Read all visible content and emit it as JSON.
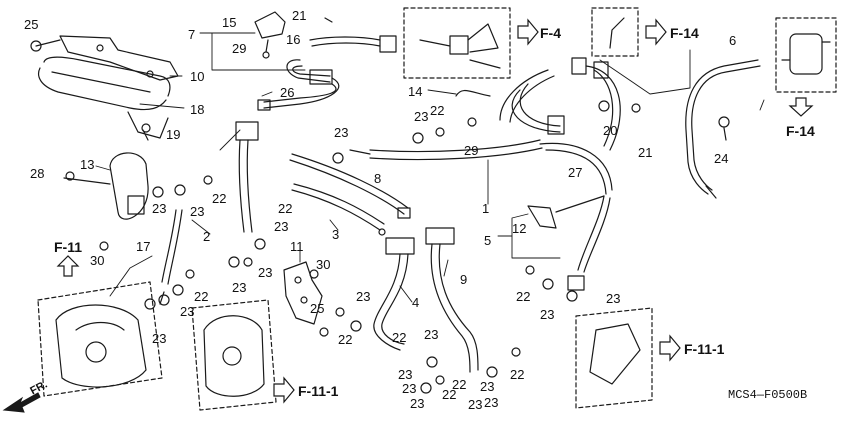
{
  "diagram": {
    "drawing_code": "MCS4—F0500B",
    "direction_label": "FR.",
    "colors": {
      "line": "#1a1a1a",
      "background": "#ffffff"
    },
    "callouts": [
      {
        "id": "c1",
        "text": "25"
      },
      {
        "id": "c2",
        "text": "7"
      },
      {
        "id": "c3",
        "text": "15"
      },
      {
        "id": "c4",
        "text": "29"
      },
      {
        "id": "c5",
        "text": "21"
      },
      {
        "id": "c6",
        "text": "16"
      },
      {
        "id": "c7",
        "text": "10"
      },
      {
        "id": "c8",
        "text": "18"
      },
      {
        "id": "c9",
        "text": "19"
      },
      {
        "id": "c10",
        "text": "26"
      },
      {
        "id": "c11",
        "text": "14"
      },
      {
        "id": "c12",
        "text": "22"
      },
      {
        "id": "c13",
        "text": "23"
      },
      {
        "id": "c14",
        "text": "29"
      },
      {
        "id": "c15",
        "text": "23"
      },
      {
        "id": "c16",
        "text": "13"
      },
      {
        "id": "c17",
        "text": "28"
      },
      {
        "id": "c18",
        "text": "23"
      },
      {
        "id": "c19",
        "text": "22"
      },
      {
        "id": "c20",
        "text": "23"
      },
      {
        "id": "c21",
        "text": "8"
      },
      {
        "id": "c22",
        "text": "1"
      },
      {
        "id": "c23",
        "text": "27"
      },
      {
        "id": "c24",
        "text": "20"
      },
      {
        "id": "c25",
        "text": "21"
      },
      {
        "id": "c26",
        "text": "6"
      },
      {
        "id": "c27",
        "text": "24"
      },
      {
        "id": "c28",
        "text": "2"
      },
      {
        "id": "c29",
        "text": "22"
      },
      {
        "id": "c30",
        "text": "3"
      },
      {
        "id": "c31",
        "text": "23"
      },
      {
        "id": "c32",
        "text": "30"
      },
      {
        "id": "c33",
        "text": "17"
      },
      {
        "id": "c34",
        "text": "23"
      },
      {
        "id": "c35",
        "text": "23"
      },
      {
        "id": "c36",
        "text": "11"
      },
      {
        "id": "c37",
        "text": "30"
      },
      {
        "id": "c38",
        "text": "5"
      },
      {
        "id": "c39",
        "text": "12"
      },
      {
        "id": "c40",
        "text": "9"
      },
      {
        "id": "c41",
        "text": "22"
      },
      {
        "id": "c42",
        "text": "23"
      },
      {
        "id": "c43",
        "text": "23"
      },
      {
        "id": "c44",
        "text": "23"
      },
      {
        "id": "c45",
        "text": "25"
      },
      {
        "id": "c46",
        "text": "4"
      },
      {
        "id": "c47",
        "text": "23"
      },
      {
        "id": "c48",
        "text": "22"
      },
      {
        "id": "c49",
        "text": "22"
      },
      {
        "id": "c50",
        "text": "23"
      },
      {
        "id": "c51",
        "text": "22"
      },
      {
        "id": "c52",
        "text": "23"
      },
      {
        "id": "c53",
        "text": "22"
      },
      {
        "id": "c54",
        "text": "23"
      },
      {
        "id": "c55",
        "text": "23"
      },
      {
        "id": "c56",
        "text": "23"
      },
      {
        "id": "c57",
        "text": "22"
      },
      {
        "id": "c58",
        "text": "23"
      },
      {
        "id": "c59",
        "text": "23"
      },
      {
        "id": "c60",
        "text": "22"
      },
      {
        "id": "c61",
        "text": "23"
      }
    ],
    "references": [
      {
        "id": "r1",
        "text": "F-4"
      },
      {
        "id": "r2",
        "text": "F-14"
      },
      {
        "id": "r3",
        "text": "F-14"
      },
      {
        "id": "r4",
        "text": "F-11"
      },
      {
        "id": "r5",
        "text": "F-11-1"
      },
      {
        "id": "r6",
        "text": "F-11-1"
      }
    ]
  }
}
